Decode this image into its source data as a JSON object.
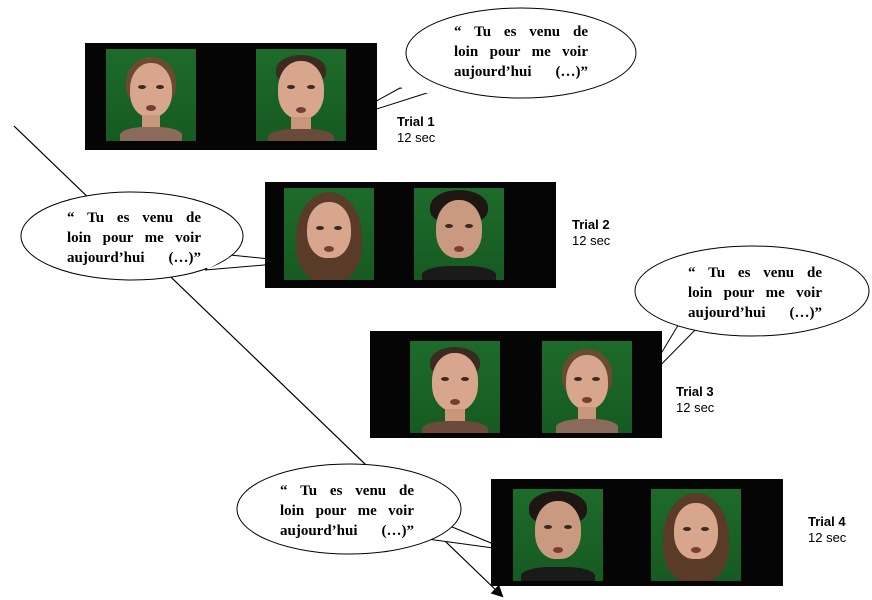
{
  "speech_text": {
    "line1": "“ Tu es venu de",
    "line2": "loin pour me voir",
    "line3": "aujourd’hui (…)”"
  },
  "trials": [
    {
      "label": "Trial 1",
      "duration": "12 sec"
    },
    {
      "label": "Trial 2",
      "duration": "12 sec"
    },
    {
      "label": "Trial 3",
      "duration": "12 sec"
    },
    {
      "label": "Trial 4",
      "duration": "12 sec"
    }
  ],
  "colors": {
    "panel_background": "#050505",
    "face_background": "#1d6b2a",
    "bubble_fill": "#ffffff",
    "line_color": "#000000"
  }
}
